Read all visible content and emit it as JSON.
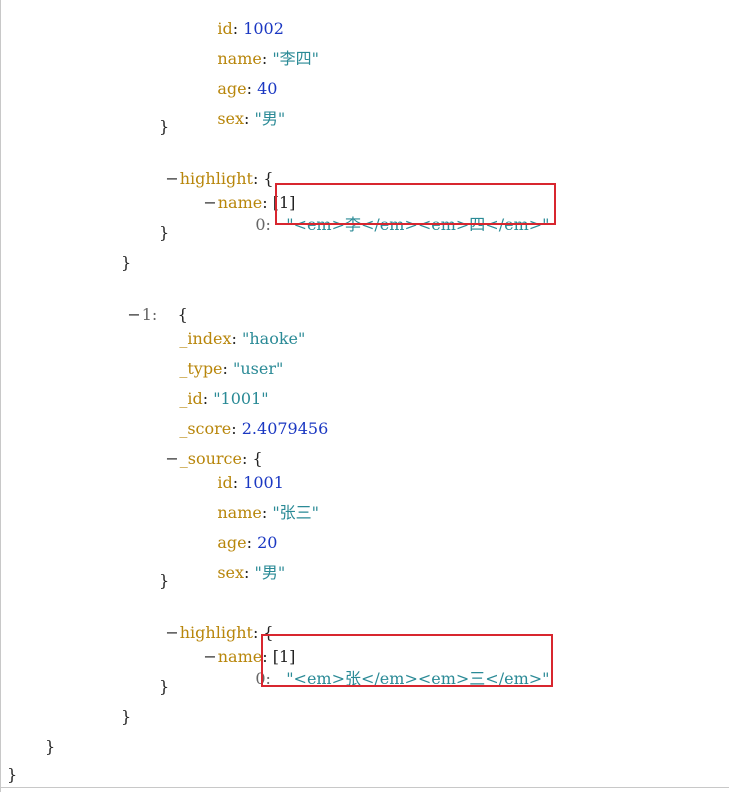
{
  "hits": [
    {
      "source": {
        "id_key": "id",
        "id_value": "1002",
        "name_key": "name",
        "name_value": "\"李四\"",
        "age_key": "age",
        "age_value": "40",
        "sex_key": "sex",
        "sex_value": "\"男\""
      },
      "highlight": {
        "key": "highlight",
        "name_key": "name",
        "name_count": "[1]",
        "item_index": "0:",
        "item_value": "\"<em>李</em><em>四</em>\""
      }
    },
    {
      "index_label": "1:",
      "meta": {
        "index_key": "_index",
        "index_value": "\"haoke\"",
        "type_key": "_type",
        "type_value": "\"user\"",
        "id_key": "_id",
        "id_value": "\"1001\"",
        "score_key": "_score",
        "score_value": "2.4079456"
      },
      "source_key": "_source",
      "source": {
        "id_key": "id",
        "id_value": "1001",
        "name_key": "name",
        "name_value": "\"张三\"",
        "age_key": "age",
        "age_value": "20",
        "sex_key": "sex",
        "sex_value": "\"男\""
      },
      "highlight": {
        "key": "highlight",
        "name_key": "name",
        "name_count": "[1]",
        "item_index": "0:",
        "item_value": "\"<em>张</em><em>三</em>\""
      }
    }
  ],
  "glyphs": {
    "collapse": "−",
    "open_brace": "{",
    "close_brace": "}",
    "colon": ":"
  },
  "colors": {
    "key": "#b8860b",
    "number": "#1a37c2",
    "string": "#2a8a96",
    "highlight_box": "#d8262f"
  }
}
